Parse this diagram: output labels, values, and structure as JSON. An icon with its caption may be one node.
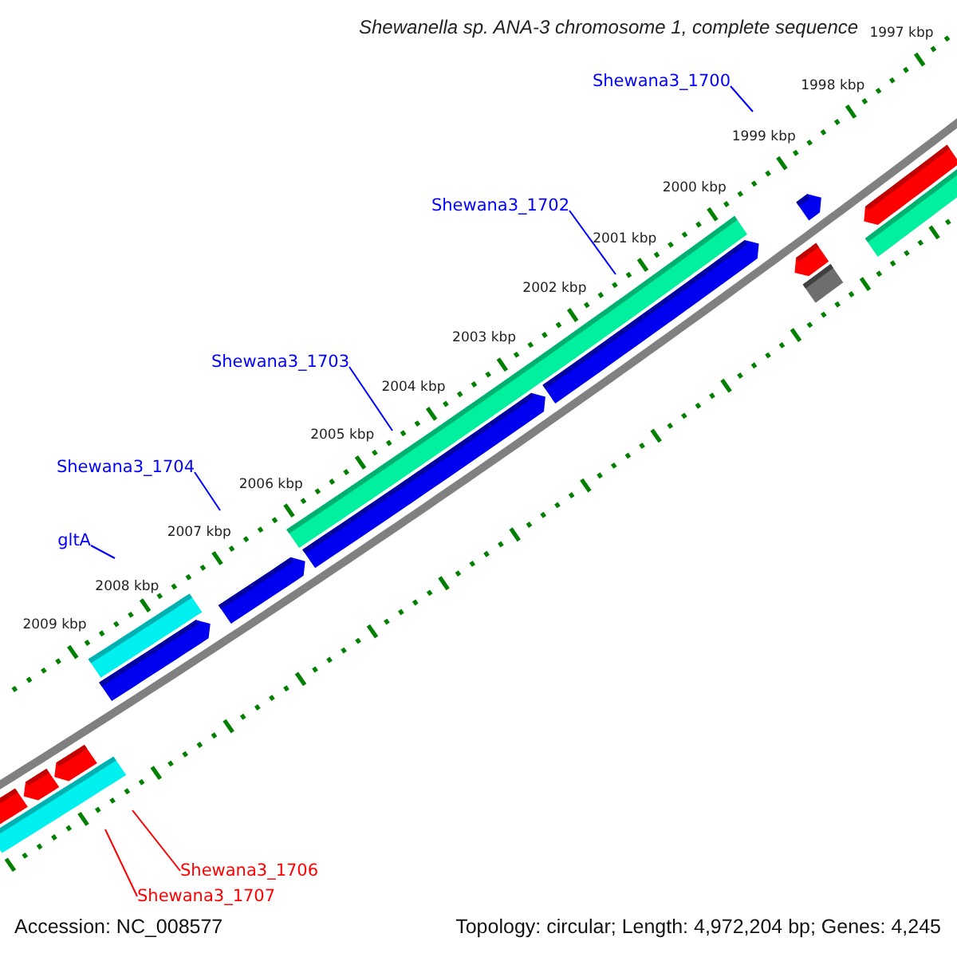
{
  "diagram": {
    "title": "Shewanella sp. ANA-3 chromosome 1, complete sequence",
    "nodes": [
      {
        "text": [
          "Shewana3_1700"
        ]
      },
      {
        "text": [
          "Shewana3_1702"
        ]
      },
      {
        "text": [
          "Shewana3_1703"
        ]
      },
      {
        "text": [
          "Shewana3_1704"
        ]
      },
      {
        "text": [
          "gltA"
        ]
      },
      {
        "text": [
          "Shewana3_1706"
        ]
      },
      {
        "text": [
          "Shewana3_1707"
        ]
      }
    ],
    "edges": [
      {
        "from": 0,
        "to": null,
        "arrow": "none"
      },
      {
        "from": 1,
        "to": null,
        "arrow": "none"
      },
      {
        "from": 2,
        "to": null,
        "arrow": "none"
      },
      {
        "from": 3,
        "to": null,
        "arrow": "none"
      },
      {
        "from": 4,
        "to": null,
        "arrow": "none"
      },
      {
        "from": 5,
        "to": null,
        "arrow": "none",
        "color": "#ff0000"
      },
      {
        "from": 6,
        "to": null,
        "arrow": "none",
        "color": "#ff0000"
      }
    ],
    "labels": [
      "1997 kbp",
      "1998 kbp",
      "1999 kbp",
      "2000 kbp",
      "2001 kbp",
      "2002 kbp",
      "2003 kbp",
      "2004 kbp",
      "2005 kbp",
      "2006 kbp",
      "2007 kbp",
      "2008 kbp",
      "2009 kbp",
      "Accession: NC_008577",
      "Topology: circular; Length: 4,972,204 bp; Genes: 4,245"
    ]
  }
}
